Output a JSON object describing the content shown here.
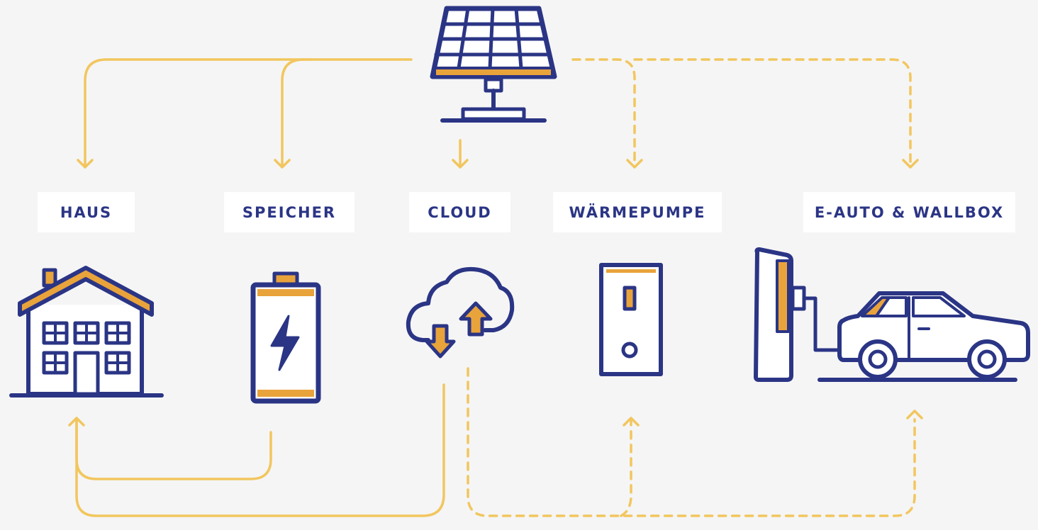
{
  "colors": {
    "background": "#f5f5f5",
    "navy": "#2b3585",
    "gold": "#e9a33b",
    "arrow_yellow": "#f2c65e",
    "label_bg": "#ffffff"
  },
  "nodes": {
    "solar": {
      "icon": "solar-panel-icon"
    },
    "haus": {
      "label": "HAUS",
      "icon": "house-icon"
    },
    "speicher": {
      "label": "SPEICHER",
      "icon": "battery-icon"
    },
    "cloud": {
      "label": "CLOUD",
      "icon": "cloud-upload-download-icon"
    },
    "waermepumpe": {
      "label": "WÄRMEPUMPE",
      "icon": "heat-pump-icon"
    },
    "eauto": {
      "label": "E-AUTO & WALLBOX",
      "icon": "electric-car-wallbox-icon"
    }
  },
  "flows": [
    {
      "from": "solar",
      "to": "haus",
      "style": "solid"
    },
    {
      "from": "solar",
      "to": "speicher",
      "style": "solid"
    },
    {
      "from": "solar",
      "to": "cloud",
      "style": "solid"
    },
    {
      "from": "solar",
      "to": "waermepumpe",
      "style": "dashed"
    },
    {
      "from": "solar",
      "to": "eauto",
      "style": "dashed"
    },
    {
      "from": "speicher",
      "to": "haus",
      "style": "solid"
    },
    {
      "from": "cloud",
      "to": "haus",
      "style": "solid"
    },
    {
      "from": "cloud",
      "to": "waermepumpe",
      "style": "dashed"
    },
    {
      "from": "cloud",
      "to": "eauto",
      "style": "dashed"
    }
  ]
}
